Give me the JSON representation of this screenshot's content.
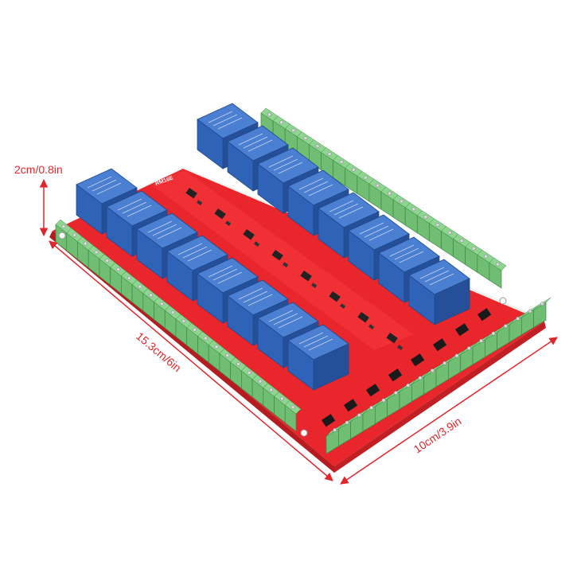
{
  "product": {
    "board_label": "RM16E",
    "relay_count": 16,
    "colors": {
      "pcb": "#e8262b",
      "relay": "#2f63b8",
      "terminal": "#6fbe73",
      "dimension": "#e0252b"
    }
  },
  "dimensions": {
    "height": "2cm/0.8in",
    "length": "15.3cm/6in",
    "width": "10cm/3.9in"
  }
}
